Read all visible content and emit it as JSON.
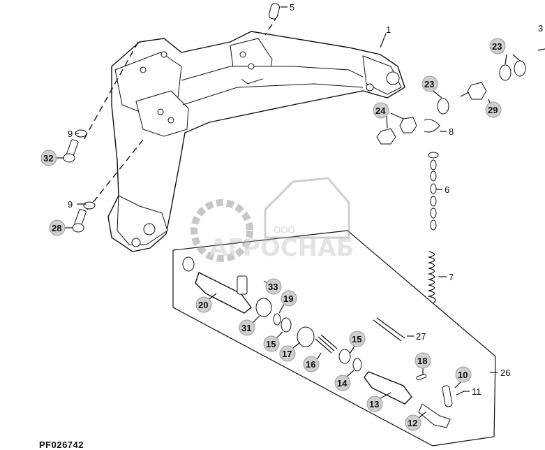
{
  "figure_id": "PF026742",
  "watermark": {
    "brand": "АГРОСНАБ",
    "prefix": "ООО"
  },
  "callouts": [
    {
      "id": "c1",
      "label": "1",
      "badge": false
    },
    {
      "id": "c3",
      "label": "3",
      "badge": false
    },
    {
      "id": "c5",
      "label": "5",
      "badge": false
    },
    {
      "id": "c6",
      "label": "6",
      "badge": false
    },
    {
      "id": "c7",
      "label": "7",
      "badge": false
    },
    {
      "id": "c8",
      "label": "8",
      "badge": false
    },
    {
      "id": "c9a",
      "label": "9",
      "badge": false
    },
    {
      "id": "c9b",
      "label": "9",
      "badge": false
    },
    {
      "id": "c11",
      "label": "11",
      "badge": false
    },
    {
      "id": "c26",
      "label": "26",
      "badge": false
    },
    {
      "id": "c27",
      "label": "27",
      "badge": false
    },
    {
      "id": "c32",
      "label": "32",
      "badge": true
    },
    {
      "id": "c28",
      "label": "28",
      "badge": true
    },
    {
      "id": "c23a",
      "label": "23",
      "badge": true
    },
    {
      "id": "c23b",
      "label": "23",
      "badge": true
    },
    {
      "id": "c24",
      "label": "24",
      "badge": true
    },
    {
      "id": "c29",
      "label": "29",
      "badge": true
    },
    {
      "id": "c33",
      "label": "33",
      "badge": true
    },
    {
      "id": "c19",
      "label": "19",
      "badge": true
    },
    {
      "id": "c20",
      "label": "20",
      "badge": true
    },
    {
      "id": "c31",
      "label": "31",
      "badge": true
    },
    {
      "id": "c15a",
      "label": "15",
      "badge": true
    },
    {
      "id": "c15b",
      "label": "15",
      "badge": true
    },
    {
      "id": "c17",
      "label": "17",
      "badge": true
    },
    {
      "id": "c16",
      "label": "16",
      "badge": true
    },
    {
      "id": "c14",
      "label": "14",
      "badge": true
    },
    {
      "id": "c18",
      "label": "18",
      "badge": true
    },
    {
      "id": "c10",
      "label": "10",
      "badge": true
    },
    {
      "id": "c13",
      "label": "13",
      "badge": true
    },
    {
      "id": "c12",
      "label": "12",
      "badge": true
    }
  ]
}
